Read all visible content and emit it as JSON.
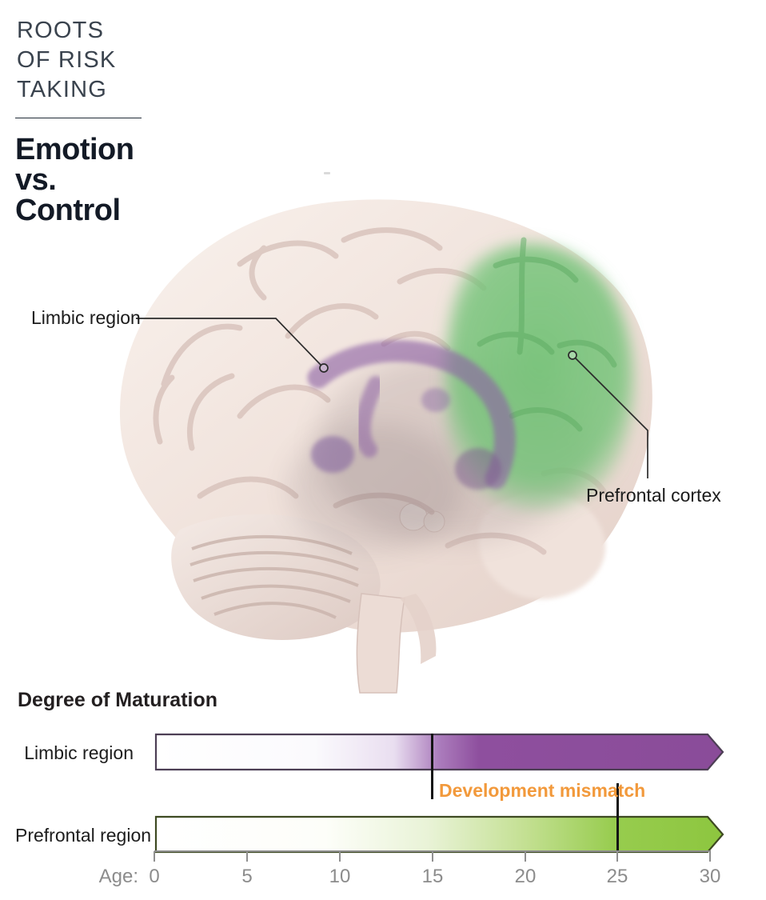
{
  "header": {
    "kicker_lines": [
      "ROOTS",
      "OF RISK",
      "TAKING"
    ],
    "title_lines": [
      "Emotion",
      "vs.",
      "Control"
    ]
  },
  "brain": {
    "labels": {
      "limbic": "Limbic region",
      "prefrontal": "Prefrontal cortex"
    },
    "highlight_colors": {
      "limbic": "#8e63a5",
      "prefrontal": "#72c377"
    }
  },
  "chart_data": {
    "type": "bar",
    "title": "Degree of Maturation",
    "xlabel": "Age:",
    "xlim": [
      0,
      30
    ],
    "x_ticks": [
      "0",
      "5",
      "10",
      "15",
      "20",
      "25",
      "30"
    ],
    "grid": false,
    "series": [
      {
        "name": "Limbic region",
        "style": "gradient-arrow-bar",
        "gradient_from": "#ffffff",
        "gradient_to": "#8e4f9e",
        "full_maturation_age": 15,
        "marker_age": 15
      },
      {
        "name": "Prefrontal region",
        "style": "gradient-arrow-bar",
        "gradient_from": "#ffffff",
        "gradient_to": "#8dc63f",
        "full_maturation_age": 25,
        "marker_age": 25
      }
    ],
    "annotation": {
      "label": "Development mismatch",
      "from_age": 15,
      "to_age": 25,
      "color": "#f2993b"
    }
  },
  "colors": {
    "accent_purple": "#8e4f9e",
    "accent_green": "#8dc63f",
    "accent_orange": "#f2993b",
    "axis_gray": "#8f8f8f",
    "heading_dark": "#131a26"
  }
}
